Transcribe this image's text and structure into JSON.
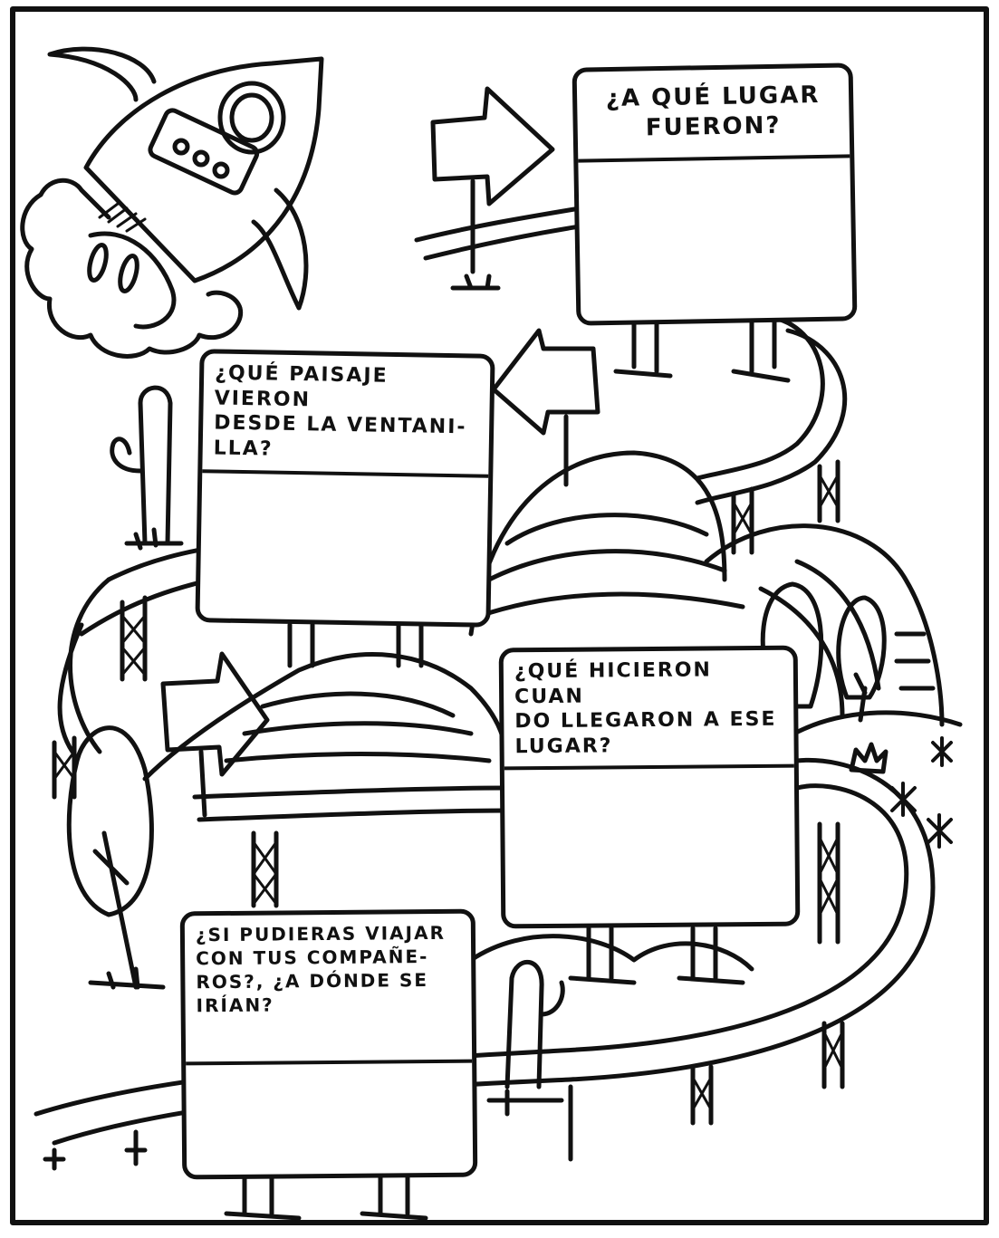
{
  "worksheet": {
    "questions": [
      {
        "text": "¿A QUÉ LUGAR\nFUERON?"
      },
      {
        "text": "¿QUÉ PAISAJE VIERON\nDESDE LA VENTANI-\nLLA?"
      },
      {
        "text": "¿QUÉ HICIERON CUAN\nDO LLEGARON A ESE\nLUGAR?"
      },
      {
        "text": "¿SI PUDIERAS VIAJAR\nCON TUS COMPAÑE-\nROS?, ¿A DÓNDE SE\nIRÍAN?"
      }
    ]
  },
  "icons": [
    "rocket-icon",
    "astronaut-icon",
    "cactus-icon",
    "tree-icon",
    "crown-icon",
    "star-icon",
    "arrow-sign-icon",
    "mountain-icon",
    "roller-coaster-track-icon"
  ],
  "colors": {
    "ink": "#111111",
    "paper": "#ffffff"
  }
}
